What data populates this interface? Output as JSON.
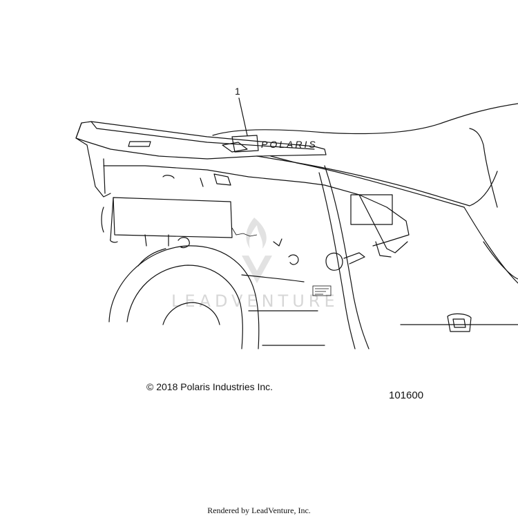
{
  "diagram": {
    "callouts": [
      {
        "label": "1"
      }
    ],
    "brand_text": "POLARIS",
    "watermark_text": "LEADVENTURE",
    "copyright": "© 2018 Polaris Industries Inc.",
    "part_number": "101600"
  },
  "footer": {
    "rendered_by": "Rendered by LeadVenture, Inc."
  },
  "colors": {
    "line": "#111111",
    "watermark": "#d7d7d7",
    "background": "#ffffff"
  }
}
